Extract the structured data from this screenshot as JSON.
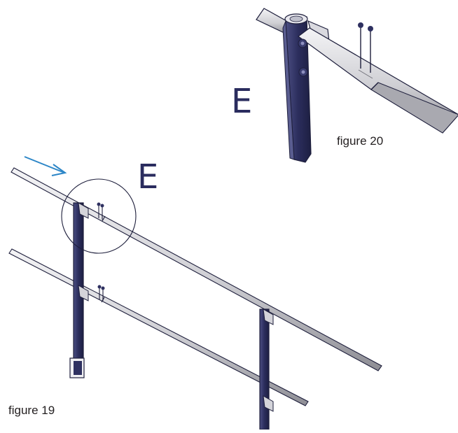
{
  "figures": {
    "detail": {
      "caption": "figure 20",
      "callout": "E"
    },
    "overview": {
      "caption": "figure 19",
      "callout": "E"
    }
  },
  "colors": {
    "post": "#2e3060",
    "post_shade": "#4a4d80",
    "rail_light": "#eeeef0",
    "rail_mid": "#c9c9cd",
    "rail_dark": "#8c8c92",
    "outline": "#1e1f3c",
    "arrow": "#2c86c7"
  },
  "icons": {
    "arrow": "direction-arrow-icon",
    "bolt": "bolt-icon"
  }
}
